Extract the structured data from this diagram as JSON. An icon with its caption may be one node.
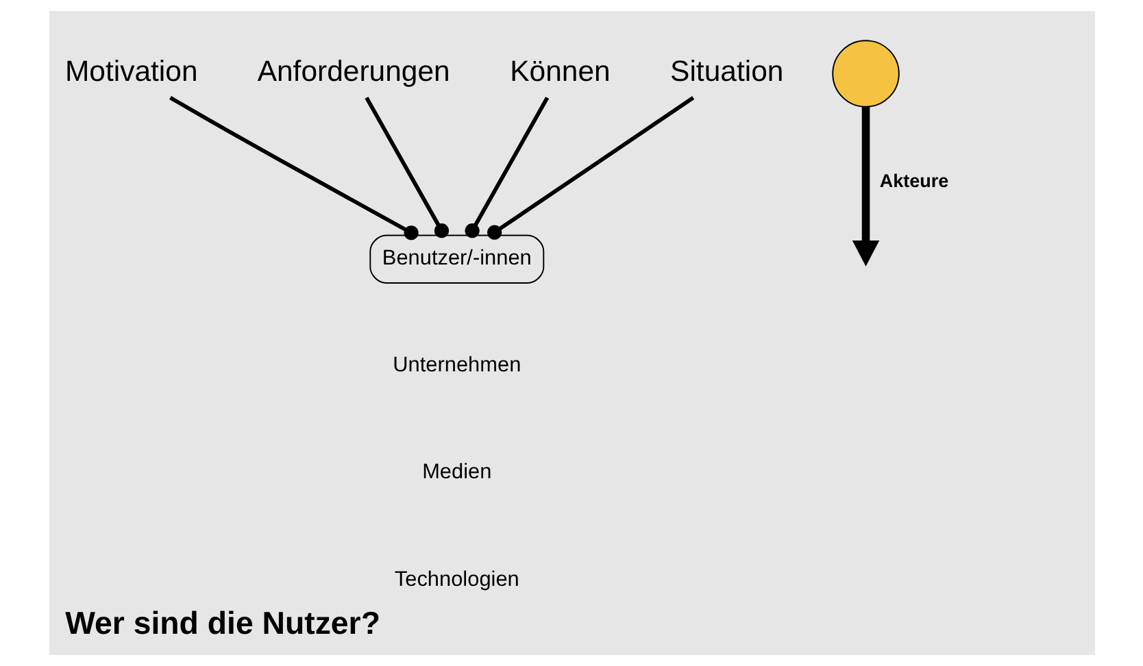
{
  "diagram": {
    "title": "Wer sind die Nutzer?",
    "nodes": [
      {
        "text": [
          "Motivation"
        ]
      },
      {
        "text": [
          "Anforderungen"
        ]
      },
      {
        "text": [
          "Können"
        ]
      },
      {
        "text": [
          "Situation"
        ]
      },
      {
        "text": [
          "Benutzer/-innen"
        ]
      },
      {
        "text": [],
        "shape": "circle"
      }
    ],
    "edges": [
      {
        "from": 0,
        "to": 4,
        "arrow": "other"
      },
      {
        "from": 1,
        "to": 4,
        "arrow": "other"
      },
      {
        "from": 2,
        "to": 4,
        "arrow": "other"
      },
      {
        "from": 3,
        "to": 4,
        "arrow": "other"
      },
      {
        "from": 5,
        "to": null,
        "arrow": "to",
        "label": "Akteure",
        "style": "thick"
      }
    ],
    "labels": [
      "Unternehmen",
      "Medien",
      "Technologien"
    ]
  }
}
